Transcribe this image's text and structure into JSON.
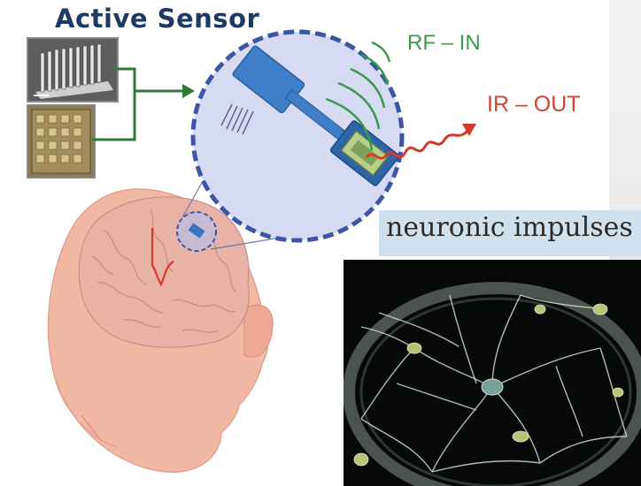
{
  "title": "Active Sensor",
  "labels": {
    "rf_in": "RF – IN",
    "ir_out": "IR – OUT"
  },
  "caption": "neuronic impulses",
  "icons": [
    "sem-microchip-image",
    "chip-array-image",
    "head-brain-illustration",
    "implant-device",
    "rf-waves",
    "ir-squiggle",
    "neuron-micrograph"
  ],
  "colors": {
    "title": "#1d3a63",
    "rf": "#3a9a4a",
    "ir": "#d64233",
    "circle_border": "#3b56a4",
    "circle_fill": "#d6daf2",
    "caption_bg": "#cfe0ee"
  }
}
